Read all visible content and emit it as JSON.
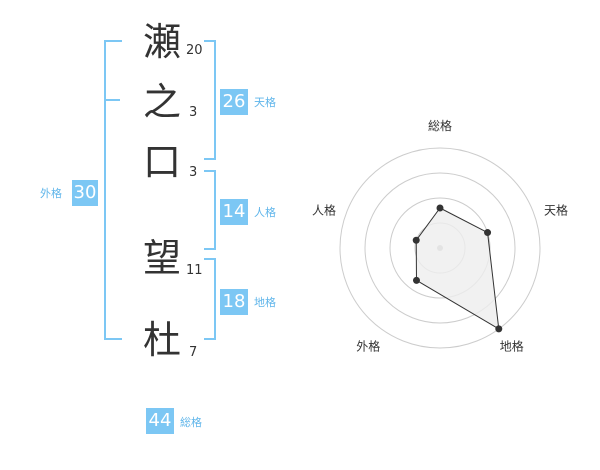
{
  "name": {
    "chars": [
      {
        "char": "瀬",
        "strokes": "20"
      },
      {
        "char": "之",
        "strokes": "3"
      },
      {
        "char": "口",
        "strokes": "3"
      },
      {
        "char": "望",
        "strokes": "11"
      },
      {
        "char": "杜",
        "strokes": "7"
      }
    ]
  },
  "fortunes": {
    "tenkaku": {
      "value": "26",
      "label": "天格"
    },
    "jinkaku": {
      "value": "14",
      "label": "人格"
    },
    "chikaku": {
      "value": "18",
      "label": "地格"
    },
    "gaikaku": {
      "value": "30",
      "label": "外格"
    },
    "soukaku": {
      "value": "44",
      "label": "総格"
    }
  },
  "chart_data": {
    "type": "radar",
    "axes": [
      "総格",
      "天格",
      "地格",
      "外格",
      "人格"
    ],
    "rings": 4,
    "values": [
      0.4,
      0.5,
      1.0,
      0.4,
      0.25
    ],
    "colors": {
      "accent": "#7cc7f4",
      "polygon_fill": "#eeeeee",
      "line": "#333333",
      "ring": "#cccccc"
    }
  },
  "colors": {
    "accent": "#7cc7f4",
    "label": "#5fb5ea"
  }
}
